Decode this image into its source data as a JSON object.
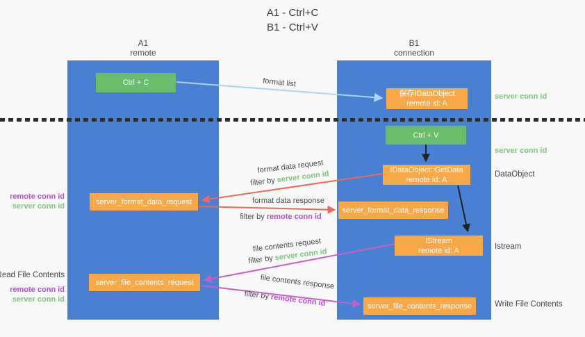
{
  "title": {
    "line1": "A1 - Ctrl+C",
    "line2": "B1 - Ctrl+V"
  },
  "lifelines": {
    "a1": {
      "name": "A1",
      "role": "remote"
    },
    "b1": {
      "name": "B1",
      "role": "connection"
    }
  },
  "nodes": {
    "ctrl_c": {
      "label": "Ctrl + C"
    },
    "save_idataobject": {
      "line1": "保存IDataObject",
      "line2": "remote id: A"
    },
    "ctrl_v": {
      "label": "Ctrl + V"
    },
    "getdata": {
      "line1": "IDataObject::GetData",
      "line2": "remote id: A"
    },
    "server_format_data_request": {
      "label": "server_format_data_request"
    },
    "server_format_data_response": {
      "label": "server_format_data_response"
    },
    "istream": {
      "line1": "IStream",
      "line2": "remote id: A"
    },
    "server_file_contents_request": {
      "label": "server_file_contents_request"
    },
    "server_file_contents_response": {
      "label": "server_file_contents_response"
    }
  },
  "flow_labels": {
    "format_list": "format list",
    "format_data_request": "format data request",
    "format_data_request_filter": {
      "prefix": "filter by ",
      "value": "server conn id"
    },
    "format_data_response": "format data response",
    "format_data_response_filter": {
      "prefix": "filter by ",
      "value": "remote conn id"
    },
    "file_contents_request": "file contents request",
    "file_contents_request_filter": {
      "prefix": "filter by ",
      "value": "server conn id"
    },
    "file_contents_response": "file contents response",
    "file_contents_response_filter": {
      "prefix": "filter by ",
      "value": "remote conn id"
    }
  },
  "annotations": {
    "right_server_conn_id_top": "server conn id",
    "right_server_conn_id_mid": "server conn id",
    "right_dataobject": "DataObject",
    "right_istream": "Istream",
    "right_write_file_contents": "Write File Contents",
    "left_remote_conn_id_top": "remote conn id",
    "left_server_conn_id_top": "server conn id",
    "left_read_file_contents": "Read File Contents",
    "left_remote_conn_id_bottom": "remote conn id",
    "left_server_conn_id_bottom": "server conn id"
  },
  "colors": {
    "column_blue": "#4a80d2",
    "box_green": "#69bd6b",
    "box_orange": "#f8a846",
    "label_green": "#7cc67e",
    "label_purple": "#b44fd6",
    "arrow_red": "#ed685f",
    "arrow_purple": "#c95fc5",
    "arrow_blue": "#aad4f0",
    "arrow_black": "#222222",
    "separator_dark": "#2d2d2d",
    "background": "#f8f8f8"
  }
}
